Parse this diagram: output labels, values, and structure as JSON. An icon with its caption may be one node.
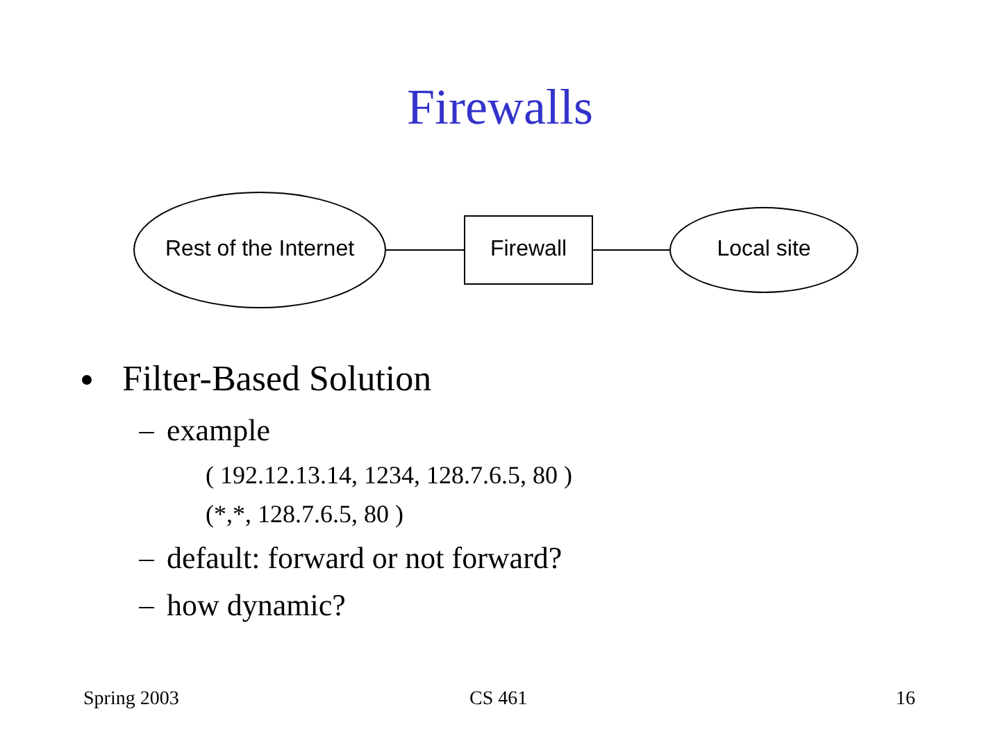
{
  "diagram": {
    "title": "Firewalls",
    "nodes": [
      {
        "text": [
          "Rest of the Internet"
        ]
      },
      {
        "text": [
          "Firewall"
        ]
      },
      {
        "text": [
          "Local site"
        ]
      }
    ],
    "edges": [
      {
        "from": 0,
        "to": 1,
        "arrow": "none"
      },
      {
        "from": 1,
        "to": 2,
        "arrow": "none"
      }
    ],
    "labels": [
      "Filter-Based Solution",
      "example",
      "( 192.12.13.14, 1234, 128.7.6.5, 80 )",
      "(*,*, 128.7.6.5, 80 )",
      "default: forward or not forward?",
      "how dynamic?",
      "Spring 2003",
      "CS 461",
      "16"
    ]
  }
}
